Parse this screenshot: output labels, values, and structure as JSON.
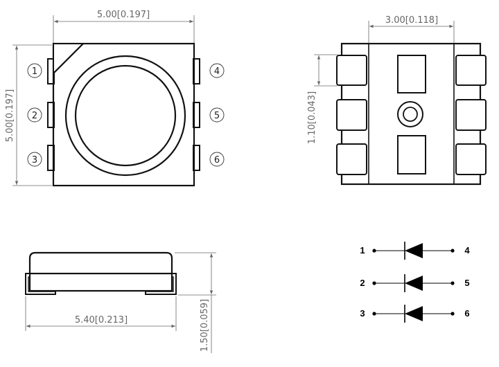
{
  "dimensions": {
    "top_width": "5.00[0.197]",
    "top_height": "5.00[0.197]",
    "bottom_pad_span": "3.00[0.118]",
    "bottom_pad_pitch": "1.10[0.043]",
    "side_length": "5.40[0.213]",
    "side_height": "1.50[0.059]"
  },
  "pin_labels": {
    "left": [
      "1",
      "2",
      "3"
    ],
    "right": [
      "4",
      "5",
      "6"
    ]
  },
  "schematic": {
    "rows": [
      {
        "anode": "1",
        "cathode": "4"
      },
      {
        "anode": "2",
        "cathode": "5"
      },
      {
        "anode": "3",
        "cathode": "6"
      }
    ]
  }
}
